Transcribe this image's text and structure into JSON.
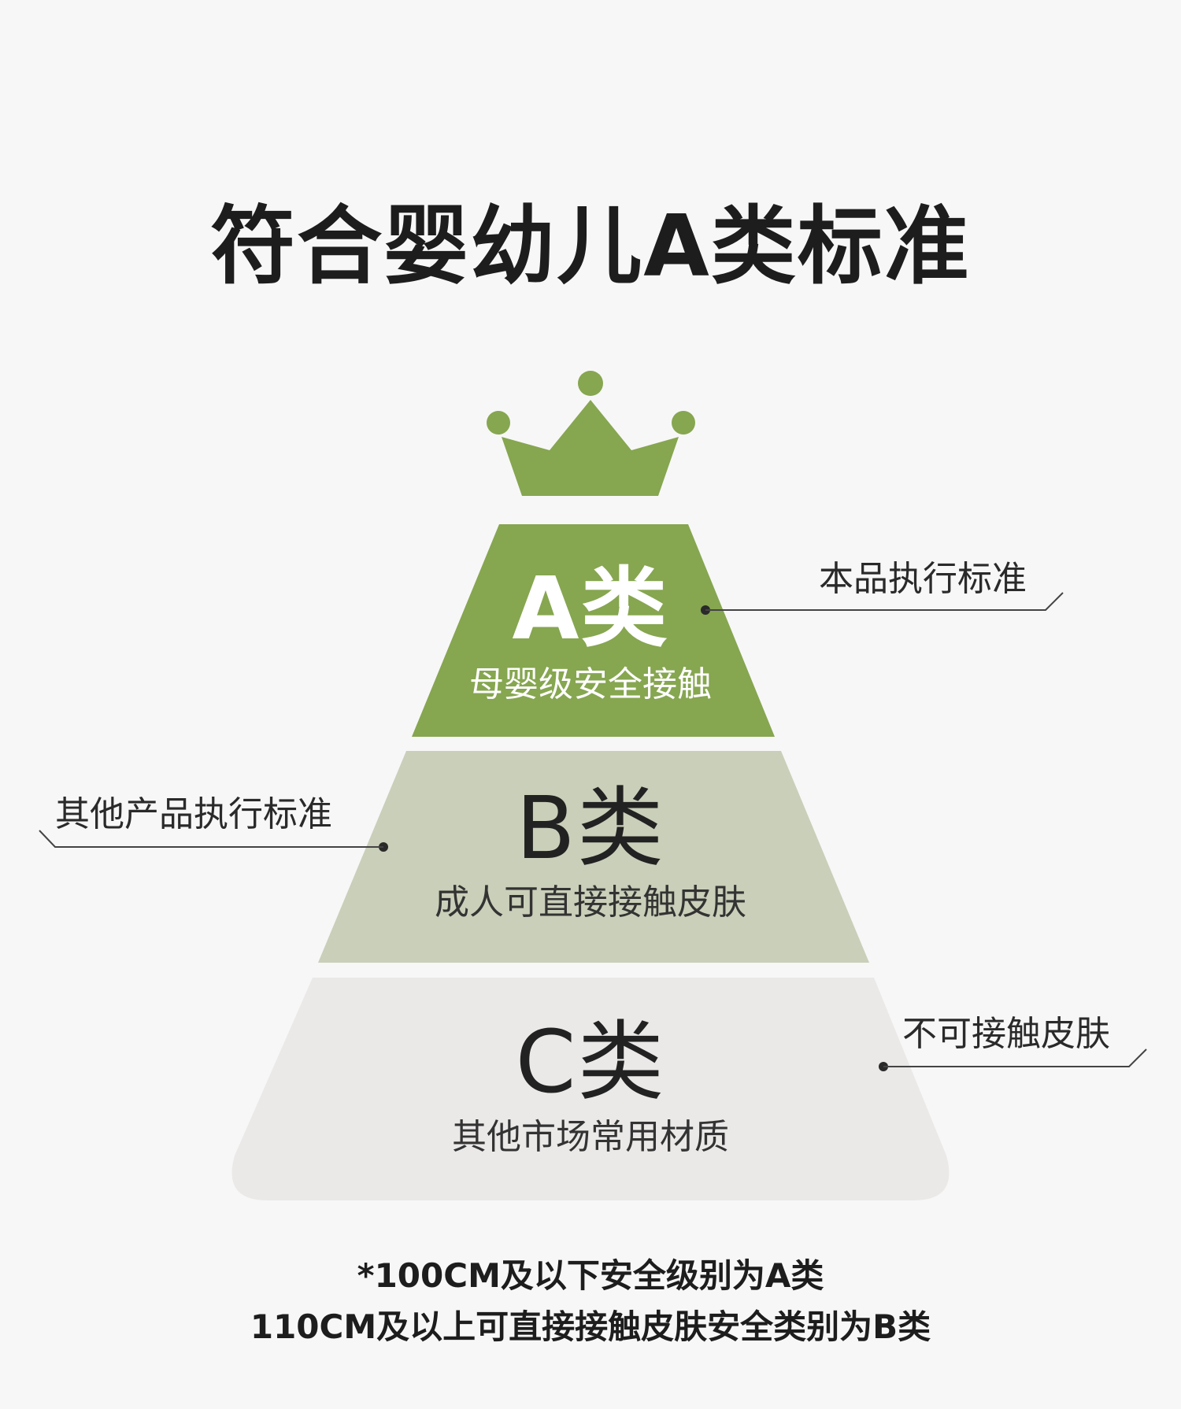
{
  "title": "符合婴幼儿A类标准",
  "colors": {
    "tier_a": "#86a650",
    "tier_b": "#c9cfb9",
    "tier_c": "#ebe9e8",
    "crown": "#86a650",
    "text_dark": "#1d1d1d"
  },
  "icons": {
    "crown": "crown-icon"
  },
  "tiers": [
    {
      "letter": "A类",
      "description": "母婴级安全接触"
    },
    {
      "letter": "B类",
      "description": "成人可直接接触皮肤"
    },
    {
      "letter": "C类",
      "description": "其他市场常用材质"
    }
  ],
  "callouts": {
    "a": "本品执行标准",
    "b": "其他产品执行标准",
    "c": "不可接触皮肤"
  },
  "footnote": {
    "line1": "*100CM及以下安全级别为A类",
    "line2": "110CM及以上可直接接触皮肤安全类别为B类"
  }
}
